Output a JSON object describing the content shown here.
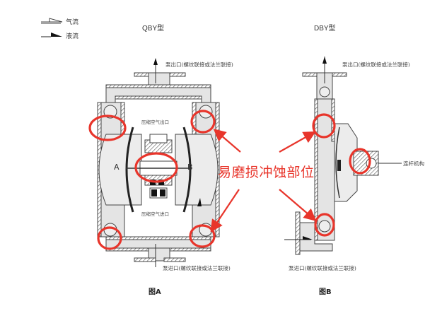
{
  "legend": {
    "items": [
      {
        "label": "气流",
        "symbol": "hollow-arrow"
      },
      {
        "label": "液流",
        "symbol": "solid-arrow"
      }
    ]
  },
  "diagrams": [
    {
      "id": "A",
      "title": "QBY型",
      "caption": "图A",
      "labels": {
        "outlet": "泵出口(螺纹联接或法兰联接)",
        "inlet": "泵进口(螺纹联接或法兰联接)",
        "air_outlet": "压缩空气出口",
        "air_inlet": "压缩空气进口",
        "chamber_left": "A",
        "chamber_right": "B"
      }
    },
    {
      "id": "B",
      "title": "DBY型",
      "caption": "图B",
      "labels": {
        "outlet": "泵出口(螺纹联接或法兰联接)",
        "inlet": "泵进口(螺纹联接或法兰联接)",
        "linkage": "连杆机构"
      }
    }
  ],
  "annotation": {
    "text": "易磨损冲蚀部位",
    "color": "#e8352b",
    "highlight_count": 8
  },
  "colors": {
    "highlight_red": "#e8352b",
    "body_fill": "#e4e4e4",
    "line": "#333333"
  }
}
